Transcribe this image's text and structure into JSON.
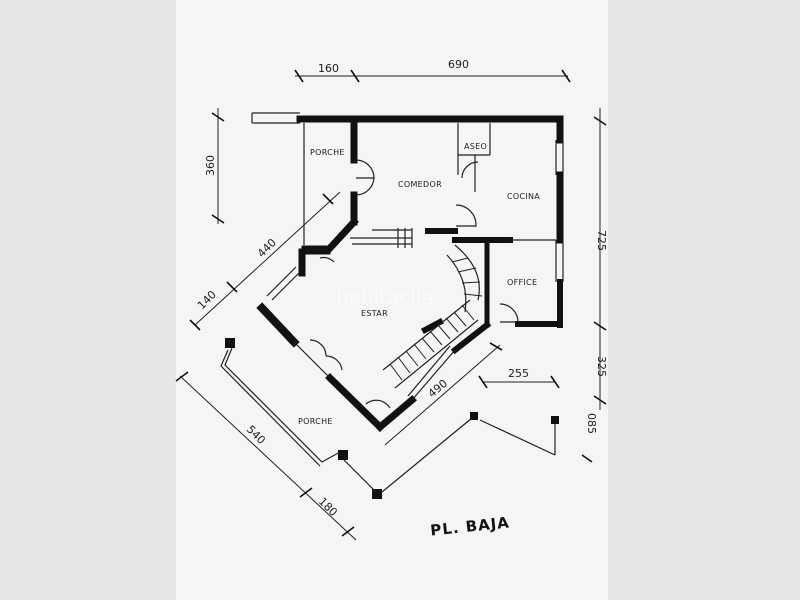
{
  "rooms": {
    "porche_top": "PORCHE",
    "comedor": "COMEDOR",
    "aseo": "ASEO",
    "cocina": "COCINA",
    "office": "OFFICE",
    "estar": "ESTAR",
    "porche_bottom": "PORCHE"
  },
  "dimensions": {
    "d160": "160",
    "d690": "690",
    "d360": "360",
    "d725": "725",
    "d440": "440",
    "d140": "140",
    "d325": "325",
    "d255": "255",
    "d490": "490",
    "d540": "540",
    "d180": "180",
    "d085": "085"
  },
  "title": "PL. BAJA",
  "watermark": "habitaclia",
  "colors": {
    "paper": "#f4f4f2",
    "ink": "#111111",
    "background": "#e9e9e7"
  }
}
